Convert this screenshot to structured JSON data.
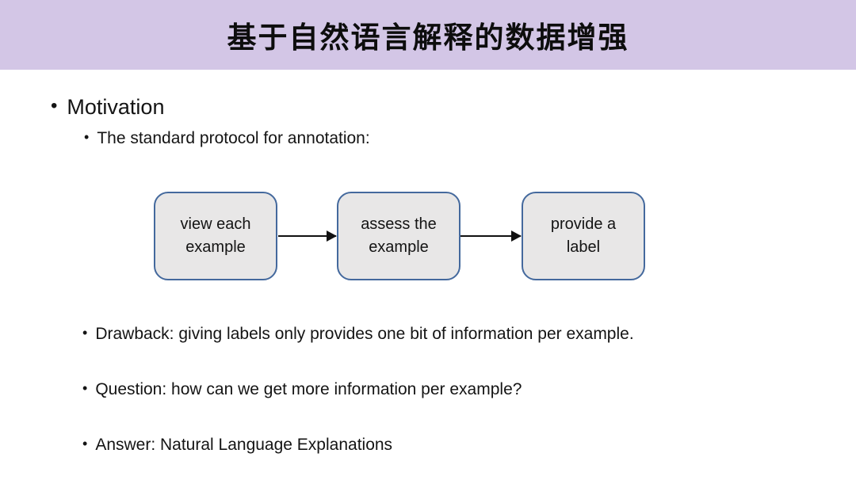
{
  "header": {
    "title": "基于自然语言解释的数据增强",
    "background_color": "#D3C6E6",
    "text_color": "#0d0d0d"
  },
  "content": {
    "motivation_heading": "Motivation",
    "protocol_bullet": "The standard protocol for annotation:",
    "drawback_bullet": "Drawback: giving labels only provides one bit of information per example.",
    "question_bullet": "Question: how can we get more information per example?",
    "answer_bullet": "Answer: Natural Language Explanations"
  },
  "flowchart": {
    "steps": [
      {
        "label": "view each\nexample"
      },
      {
        "label": "assess the\nexample"
      },
      {
        "label": "provide a\nlabel"
      }
    ],
    "box_fill_color": "#E8E7E7",
    "box_border_color": "#44699D",
    "arrow_color": "#111111"
  }
}
